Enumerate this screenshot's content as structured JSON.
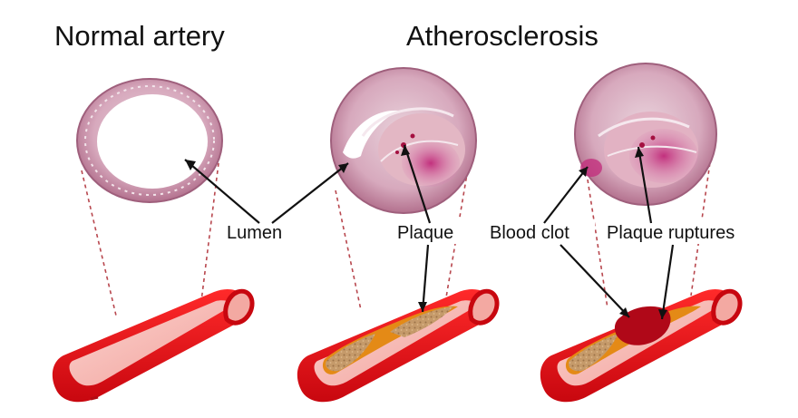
{
  "headings": {
    "normal": "Normal artery",
    "disease": "Atherosclerosis"
  },
  "labels": {
    "lumen": "Lumen",
    "plaque": "Plaque",
    "blood_clot": "Blood clot",
    "plaque_ruptures": "Plaque ruptures"
  },
  "colors": {
    "vessel_wall": "#e3121a",
    "vessel_wall_dark": "#b20b12",
    "lumen_interior": "#f7b9b4",
    "plaque_orange": "#e48a16",
    "plaque_tan": "#c9a06a",
    "tissue_ring": "#c98ea6",
    "clot": "#b00818",
    "projection_dash": "#b8474e"
  }
}
